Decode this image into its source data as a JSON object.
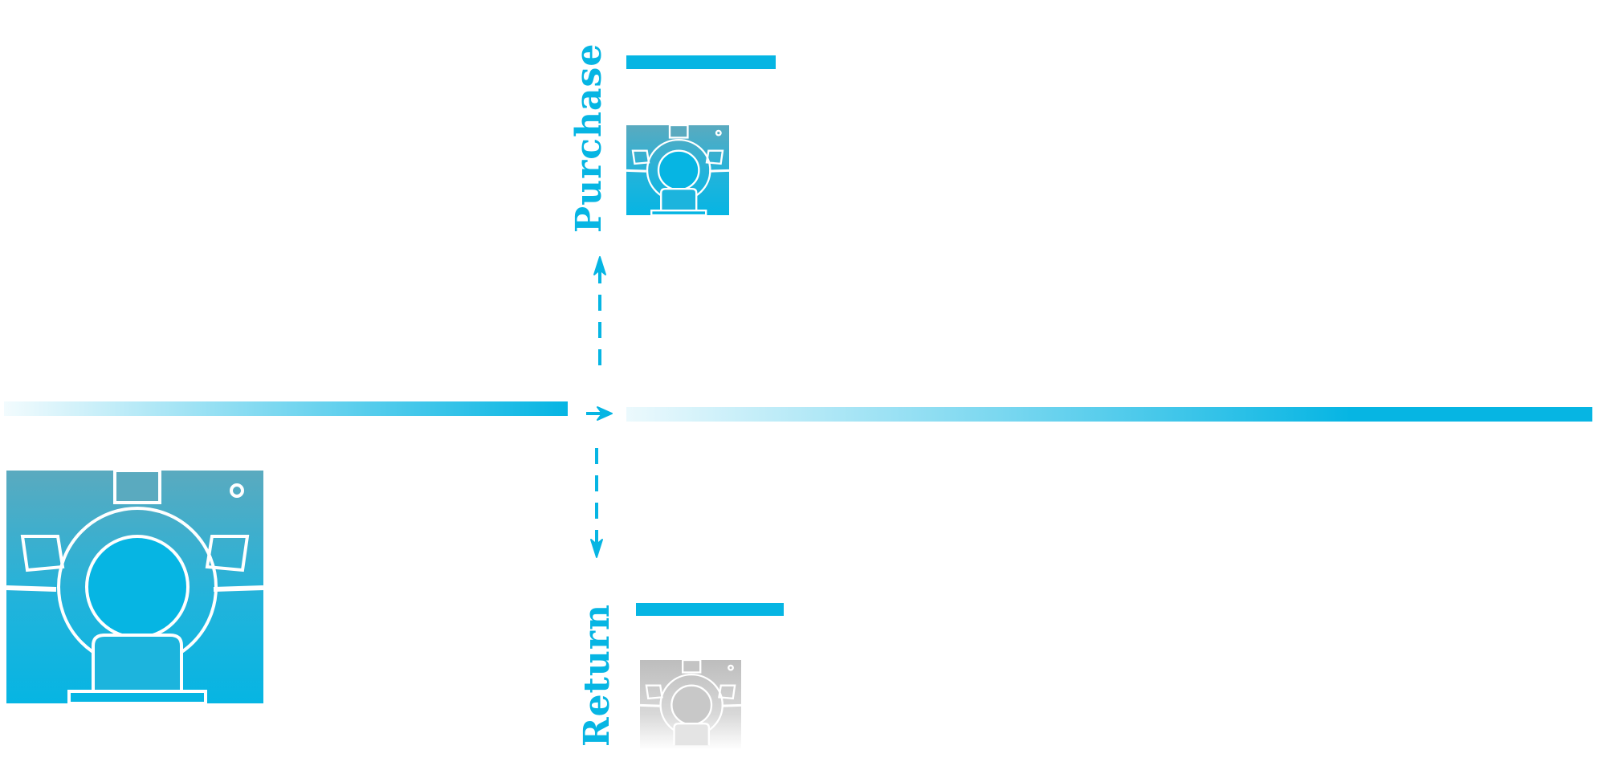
{
  "labels": {
    "purchase": "Purchase",
    "return": "Return"
  },
  "colors": {
    "accent": "#06b5e3",
    "scanner_top": "#5aaabf",
    "faded_gray": "#c8c8c8"
  },
  "icons": {
    "large": "ct-scanner-icon",
    "purchase": "ct-scanner-icon",
    "return": "ct-scanner-icon-faded"
  }
}
